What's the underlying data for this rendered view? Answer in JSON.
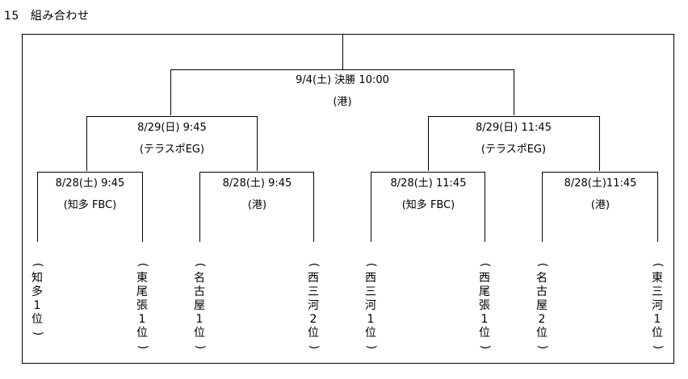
{
  "section": {
    "number": "15",
    "title": "組み合わせ"
  },
  "final": {
    "line1": "9/4(土) 決勝 10:00",
    "line2": "(港)"
  },
  "semis": [
    {
      "line1": "8/29(日) 9:45",
      "line2": "(テラスポEG)"
    },
    {
      "line1": "8/29(日) 11:45",
      "line2": "(テラスポEG)"
    }
  ],
  "quarters": [
    {
      "line1": "8/28(土) 9:45",
      "line2": "(知多 FBC)"
    },
    {
      "line1": "8/28(土) 9:45",
      "line2": "(港)"
    },
    {
      "line1": "8/28(土) 11:45",
      "line2": "(知多 FBC)"
    },
    {
      "line1": "8/28(土)11:45",
      "line2": "(港)"
    }
  ],
  "teams": [
    "(知多1位)",
    "(東尾張1位)",
    "(名古屋1位)",
    "(西三河2位)",
    "(西三河1位)",
    "(西尾張1位)",
    "(名古屋2位)",
    "(東三河1位)"
  ]
}
